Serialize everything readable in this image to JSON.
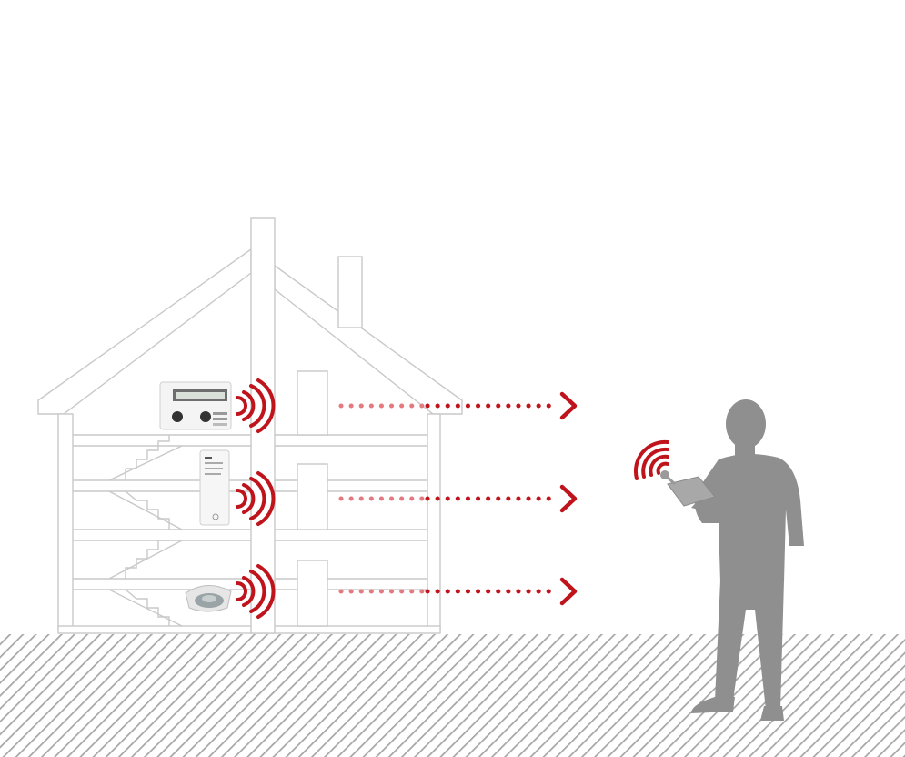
{
  "colors": {
    "signal": "#c0141c",
    "outline": "#c9c9c9",
    "person": "#8f8f8f",
    "ground_hatch": "#a6a6a6"
  },
  "devices": [
    {
      "name": "heat-cost-allocator-display-device",
      "icon": "meter-with-display-icon"
    },
    {
      "name": "room-temperature-sensor-device",
      "icon": "wall-sensor-icon"
    },
    {
      "name": "smoke-detector-device",
      "icon": "smoke-detector-icon"
    }
  ],
  "signals": [
    {
      "from": "heat-cost-allocator-display-device",
      "to": "reader"
    },
    {
      "from": "room-temperature-sensor-device",
      "to": "reader"
    },
    {
      "from": "smoke-detector-device",
      "to": "reader"
    }
  ],
  "reader": {
    "icon": "person-with-handheld-reader-icon"
  }
}
